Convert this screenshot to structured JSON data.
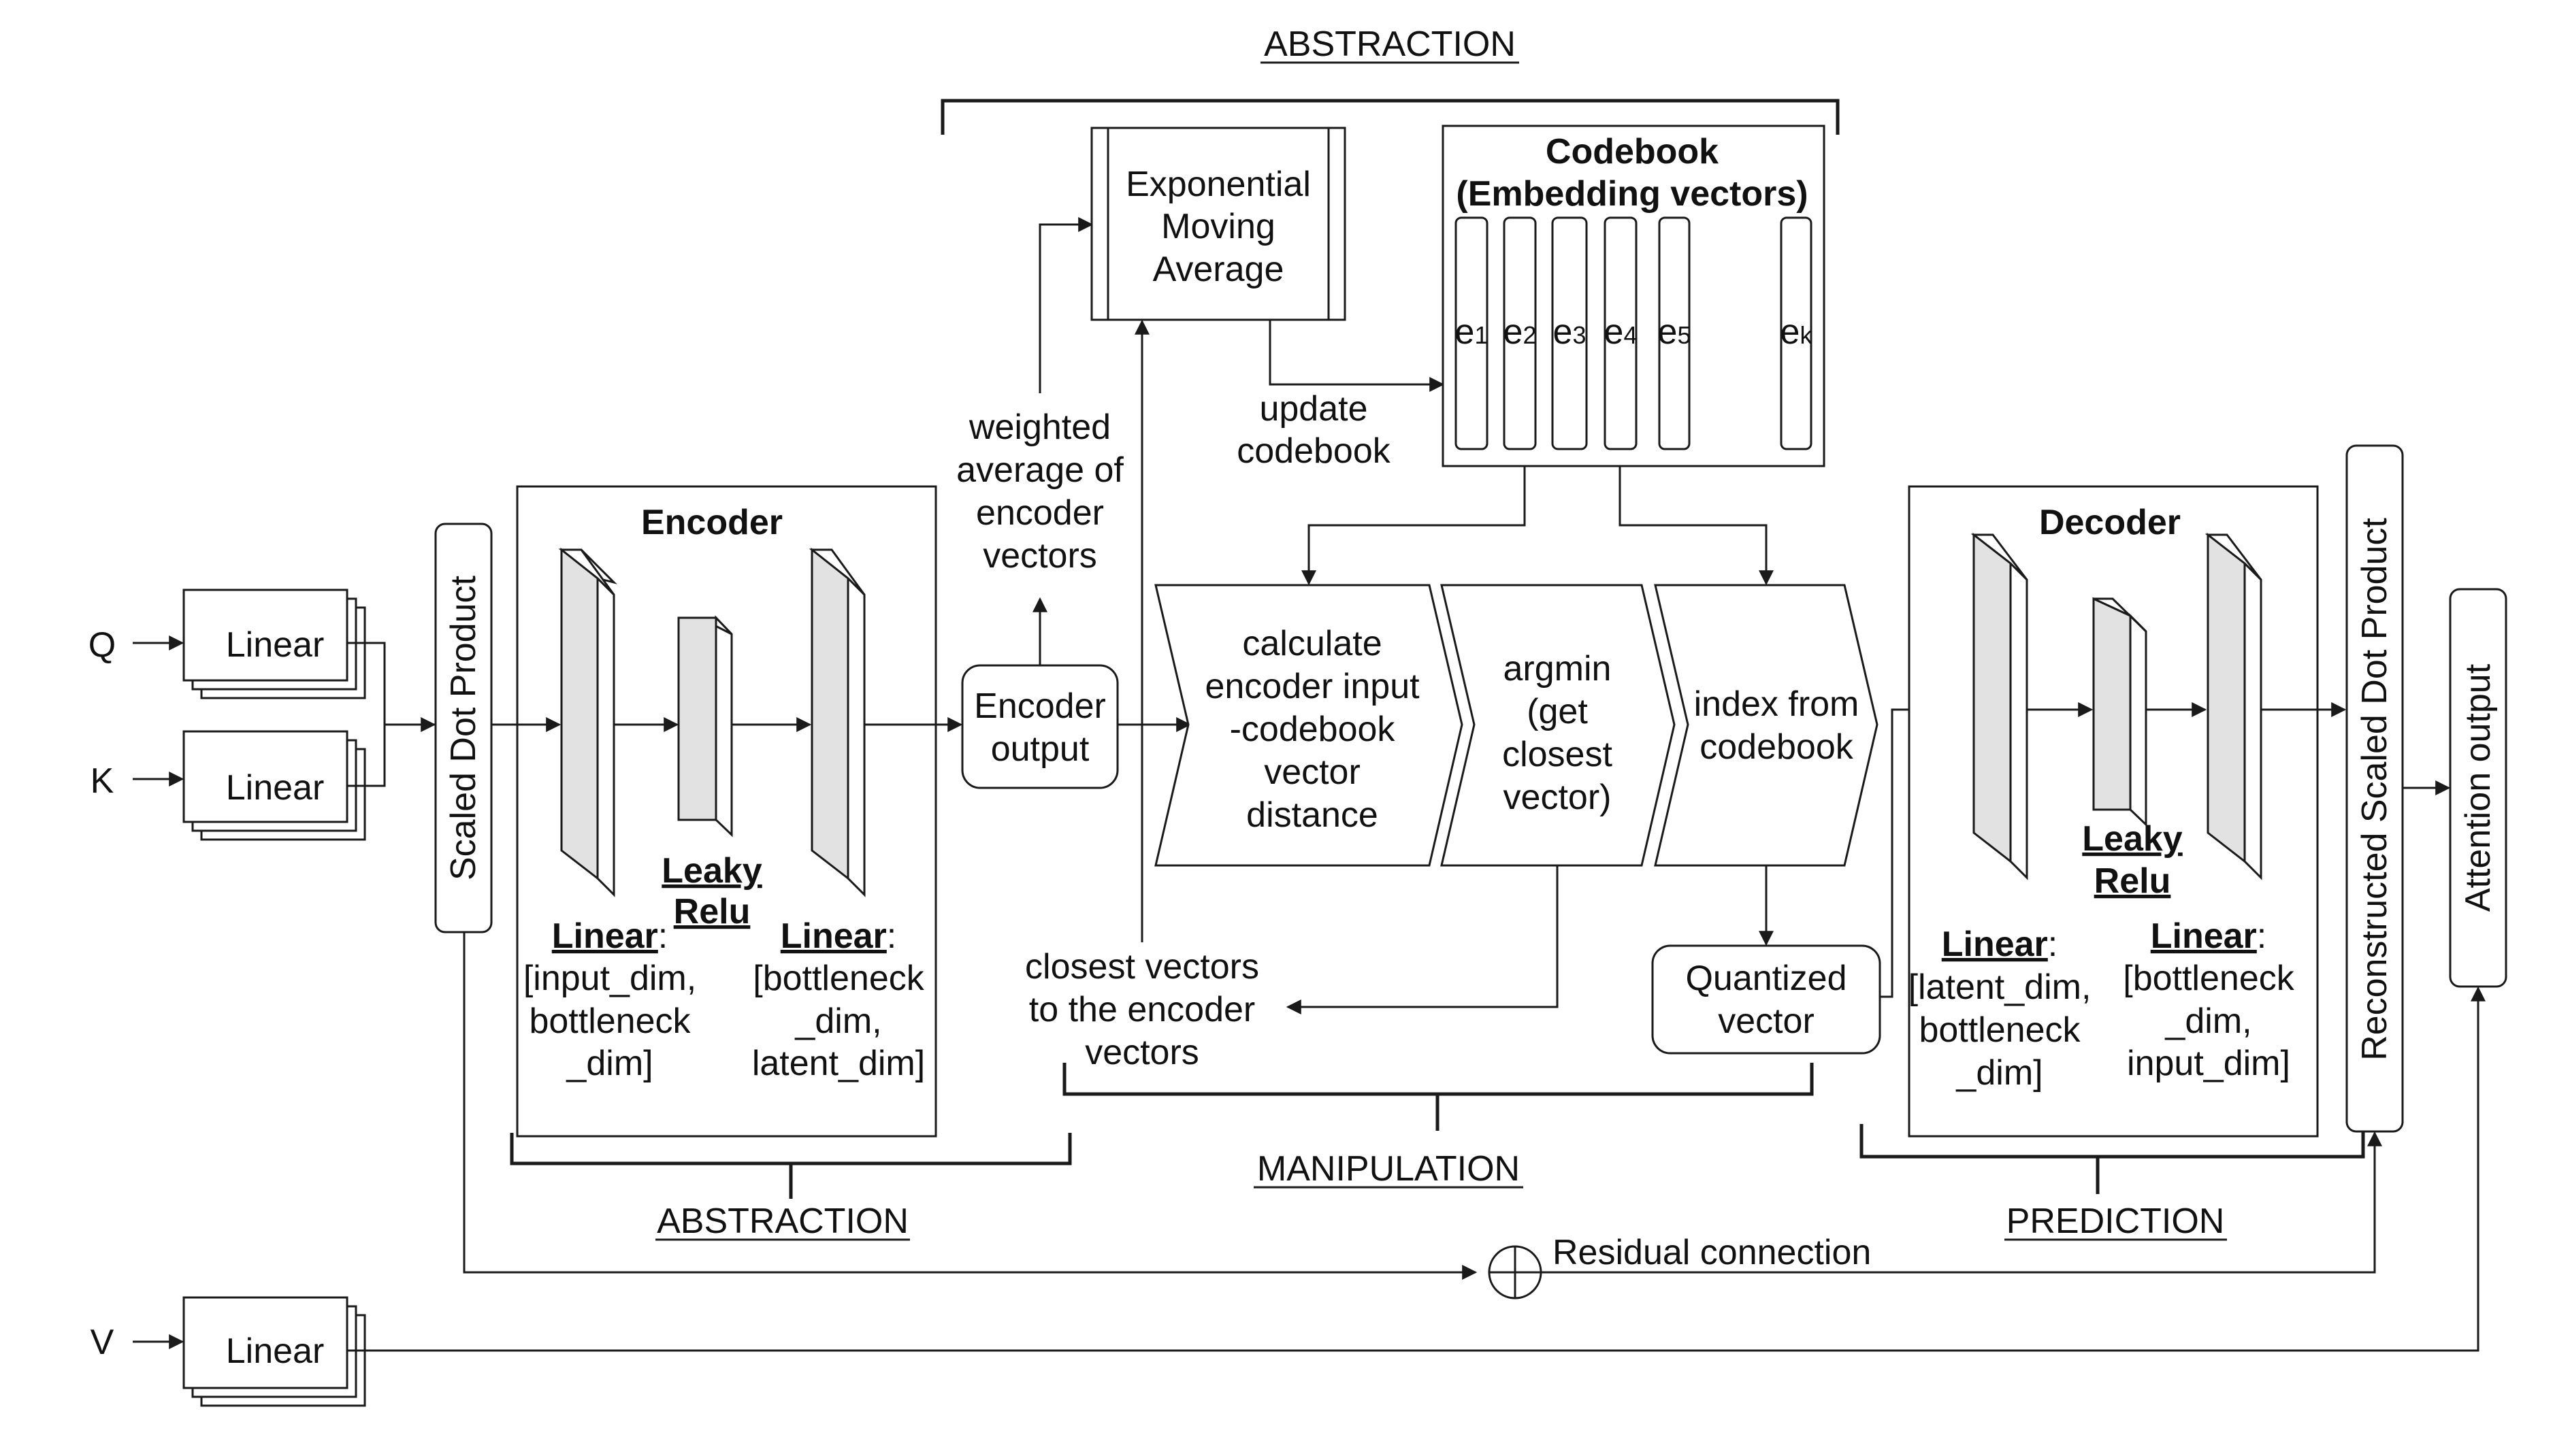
{
  "inputs": {
    "q": "Q",
    "k": "K",
    "v": "V"
  },
  "linear_label": "Linear",
  "scaled_dot_product": "Scaled Dot Product",
  "encoder": {
    "title": "Encoder",
    "activation": [
      "Leaky",
      "Relu"
    ],
    "layer1": {
      "name": "Linear",
      "colon": ":",
      "dims": [
        "[input_dim,",
        "bottleneck",
        "_dim]"
      ]
    },
    "layer2": {
      "name": "Linear",
      "colon": ":",
      "dims": [
        "[bottleneck",
        "_dim,",
        "latent_dim]"
      ]
    }
  },
  "encoder_output": [
    "Encoder",
    "output"
  ],
  "weighted_average": [
    "weighted",
    "average of",
    "encoder",
    "vectors"
  ],
  "ema": [
    "Exponential",
    "Moving",
    "Average"
  ],
  "update_codebook": [
    "update",
    "codebook"
  ],
  "codebook": {
    "title": [
      "Codebook",
      "(Embedding vectors)"
    ],
    "vectors": [
      {
        "base": "e",
        "sub": "1"
      },
      {
        "base": "e",
        "sub": "2"
      },
      {
        "base": "e",
        "sub": "3"
      },
      {
        "base": "e",
        "sub": "4"
      },
      {
        "base": "e",
        "sub": "5"
      },
      {
        "base": "e",
        "sub": "k"
      }
    ]
  },
  "steps": {
    "distance": [
      "calculate",
      "encoder input",
      "-codebook",
      "vector",
      "distance"
    ],
    "argmin": [
      "argmin",
      "(get",
      "closest",
      "vector)"
    ],
    "index": [
      "index from",
      "codebook"
    ]
  },
  "closest_vectors": [
    "closest vectors",
    "to the encoder",
    "vectors"
  ],
  "quantized": [
    "Quantized",
    "vector"
  ],
  "decoder": {
    "title": "Decoder",
    "activation": [
      "Leaky",
      "Relu"
    ],
    "layer1": {
      "name": "Linear",
      "colon": ":",
      "dims": [
        "[latent_dim,",
        "bottleneck",
        "_dim]"
      ]
    },
    "layer2": {
      "name": "Linear",
      "colon": ":",
      "dims": [
        "[bottleneck",
        "_dim,",
        "input_dim]"
      ]
    }
  },
  "reconstructed": "Reconstructed Scaled Dot Product",
  "attention_output": "Attention output",
  "residual": "Residual connection",
  "brackets": {
    "top_abstraction": "ABSTRACTION",
    "bottom_abstraction": "ABSTRACTION",
    "manipulation": "MANIPULATION",
    "prediction": "PREDICTION"
  }
}
